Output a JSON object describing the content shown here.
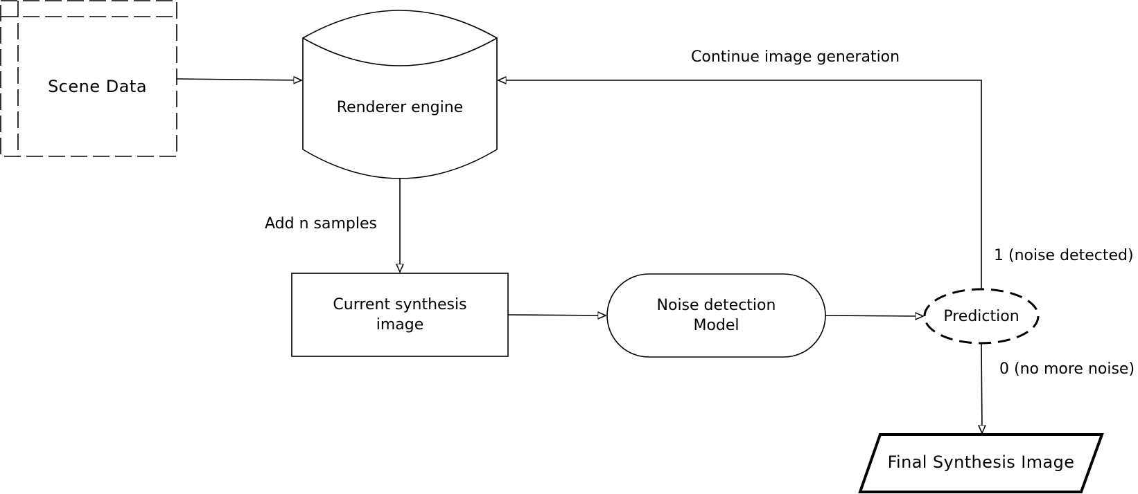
{
  "nodes": {
    "scene_data": "Scene Data",
    "renderer_engine": "Renderer engine",
    "current_synthesis_line1": "Current synthesis",
    "current_synthesis_line2": "image",
    "noise_model_line1": "Noise detection",
    "noise_model_line2": "Model",
    "prediction": "Prediction",
    "final_image": "Final Synthesis Image"
  },
  "edges": {
    "continue_generation": "Continue image generation",
    "add_samples": "Add n samples",
    "noise_detected": "1 (noise detected)",
    "no_more_noise": "0 (no more noise)"
  }
}
